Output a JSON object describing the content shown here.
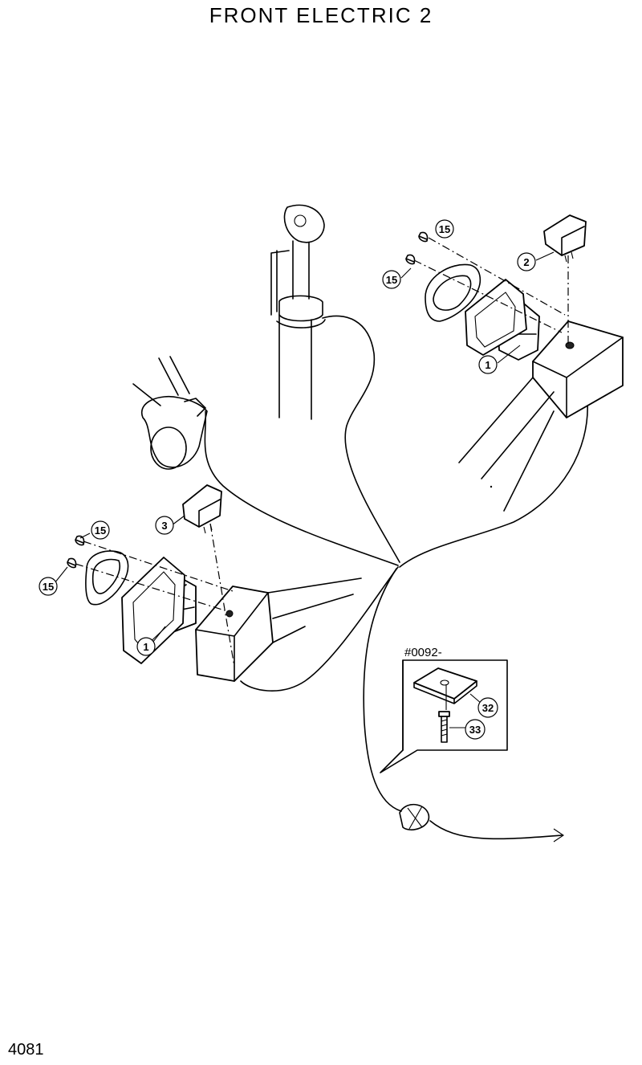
{
  "title": "FRONT  ELECTRIC  2",
  "page_number": "4081",
  "inset": {
    "label": "#0092-"
  },
  "callouts": {
    "c15_top_a": "15",
    "c15_top_b": "15",
    "c2": "2",
    "c1_right": "1",
    "c3": "3",
    "c15_left_a": "15",
    "c15_left_b": "15",
    "c1_left": "1",
    "c32": "32",
    "c33": "33"
  }
}
